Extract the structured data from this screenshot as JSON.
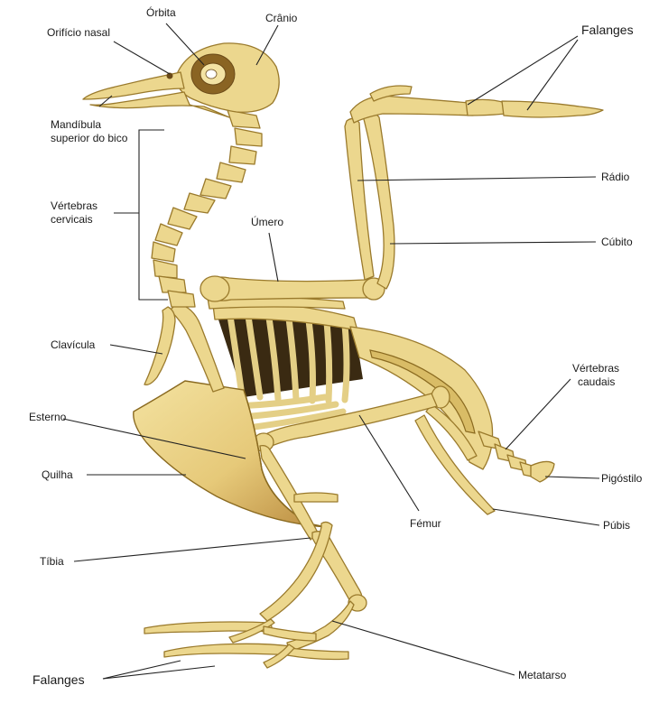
{
  "labels": {
    "orificio_nasal": "Orifício nasal",
    "orbita": "Órbita",
    "cranio": "Crânio",
    "falanges_top": "Falanges",
    "mandibula_l1": "Mandíbula",
    "mandibula_l2": "superior do bico",
    "radio": "Rádio",
    "vertebras_cervicais_l1": "Vértebras",
    "vertebras_cervicais_l2": "cervicais",
    "umero": "Úmero",
    "cubito": "Cúbito",
    "clavicula": "Clavícula",
    "vertebras_caudais_l1": "Vértebras",
    "vertebras_caudais_l2": "caudais",
    "esterno": "Esterno",
    "quilha": "Quilha",
    "pigostilo": "Pigóstilo",
    "femur": "Fémur",
    "pubis": "Púbis",
    "tibia": "Tíbia",
    "falanges_bottom": "Falanges",
    "metatarso": "Metatarso"
  },
  "colors": {
    "bone_fill": "#ecd78e",
    "bone_outline": "#9a7a2c",
    "sternum_shade": "#c9a24c",
    "label_text": "#1a1a1a"
  }
}
